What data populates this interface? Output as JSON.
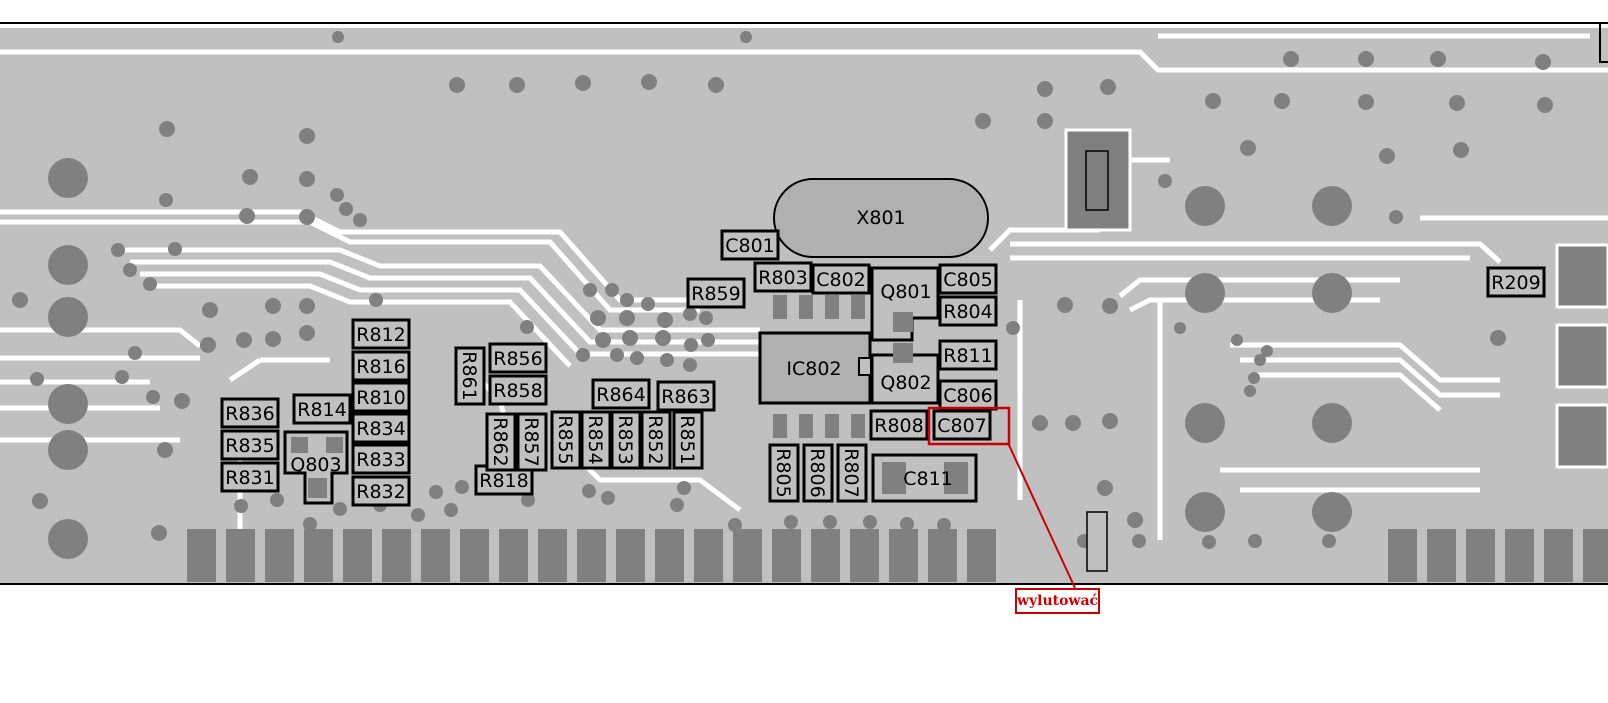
{
  "board": {
    "colors": {
      "background": "#ffffff",
      "copper": "#c0c0c0",
      "trace_gap": "#ffffff",
      "pad": "#808080",
      "outline": "#000000",
      "annotation": "#cc0000"
    }
  },
  "components": {
    "x801": "X801",
    "c801": "C801",
    "r803": "R803",
    "c802": "C802",
    "q801": "Q801",
    "c805": "C805",
    "r804": "R804",
    "r811": "R811",
    "ic802": "IC802",
    "q802": "Q802",
    "c806": "C806",
    "r808": "R808",
    "c807": "C807",
    "r859": "R859",
    "r805": "R805",
    "r806": "R806",
    "r807": "R807",
    "c811": "C811",
    "r209": "R209",
    "r812": "R812",
    "r816": "R816",
    "r810": "R810",
    "r834": "R834",
    "r833": "R833",
    "r832": "R832",
    "r814": "R814",
    "r836": "R836",
    "r835": "R835",
    "r831": "R831",
    "q803": "Q803",
    "r861": "R861",
    "r856": "R856",
    "r858": "R858",
    "r862": "R862",
    "r857": "R857",
    "r855": "R855",
    "r854": "R854",
    "r853": "R853",
    "r852": "R852",
    "r851": "R851",
    "r818": "R818",
    "r864": "R864",
    "r863": "R863"
  },
  "annotation": {
    "text": "wylutować",
    "target": "C807"
  }
}
